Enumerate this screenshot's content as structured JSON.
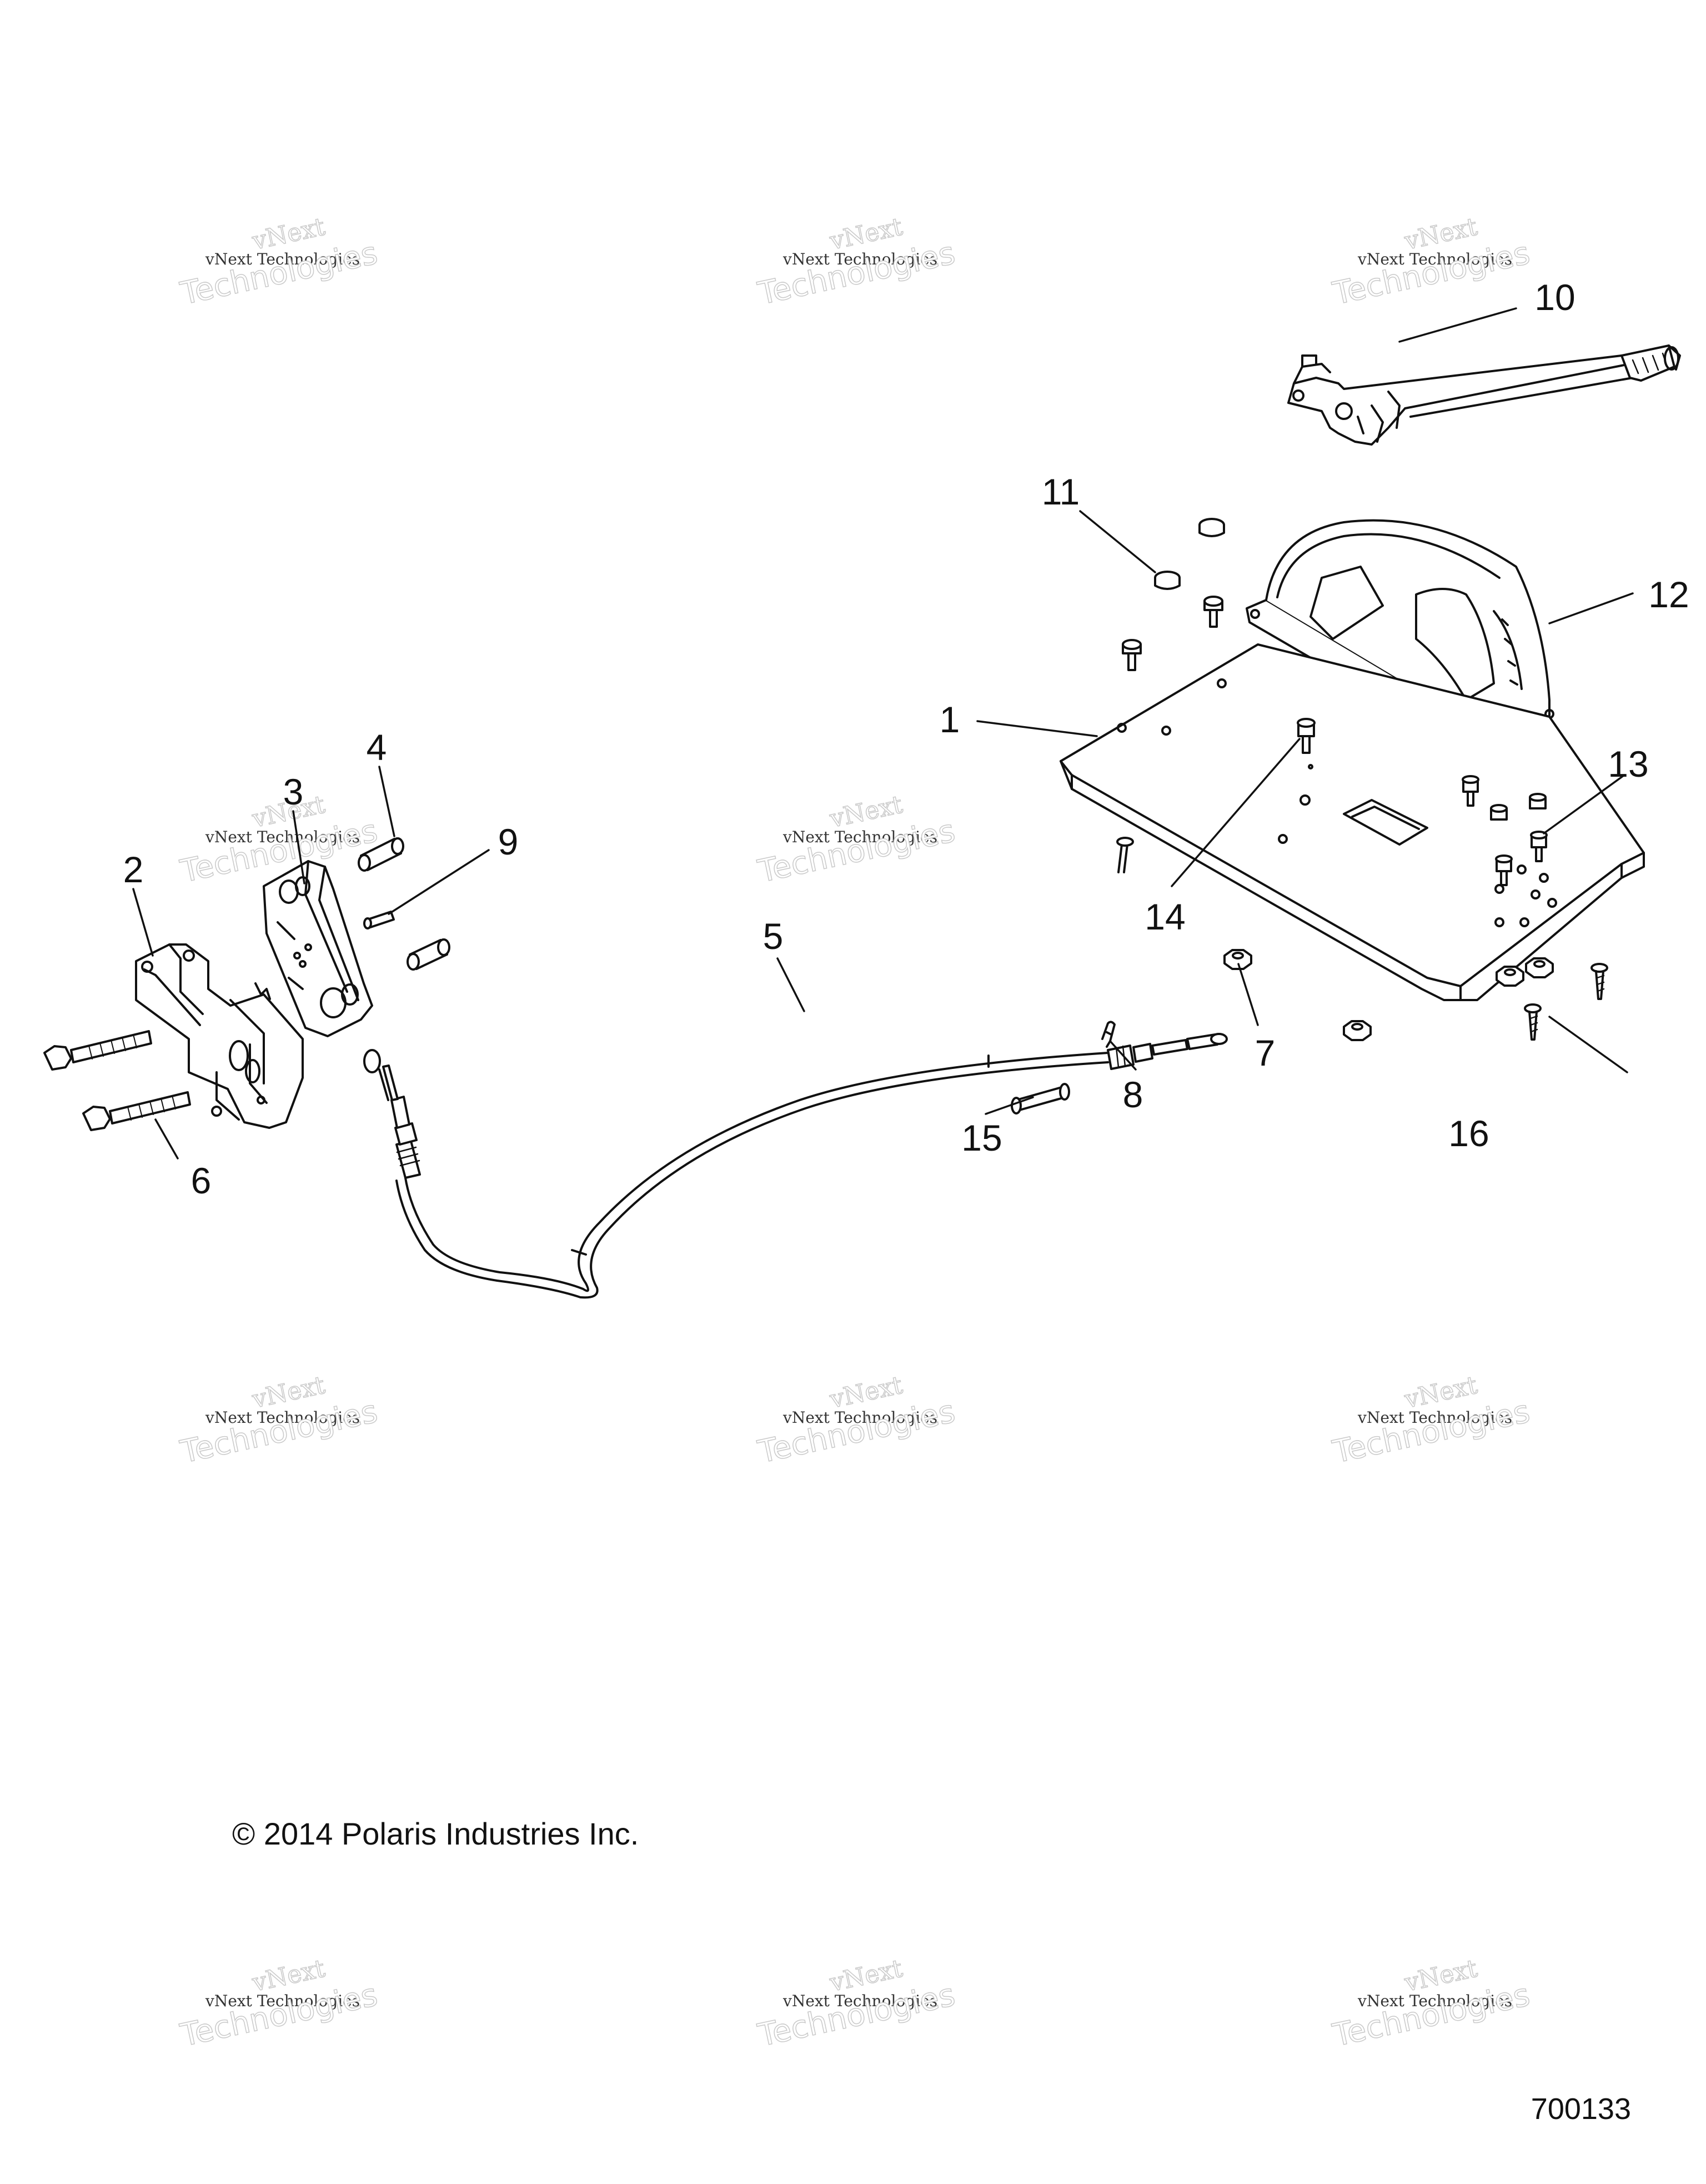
{
  "callouts": {
    "c1": "1",
    "c2": "2",
    "c3": "3",
    "c4": "4",
    "c5": "5",
    "c6": "6",
    "c7": "7",
    "c8": "8",
    "c9": "9",
    "c10": "10",
    "c11": "11",
    "c12": "12",
    "c13": "13",
    "c14": "14",
    "c15": "15",
    "c16": "16"
  },
  "copyright": "© 2014 Polaris Industries Inc.",
  "figure_number": "700133",
  "watermark": {
    "line_a": "vNext",
    "line_b": "vNext Technologies",
    "line_c": "Technologies"
  },
  "colors": {
    "ink": "#111111",
    "watermark": "#c9c9c9"
  }
}
